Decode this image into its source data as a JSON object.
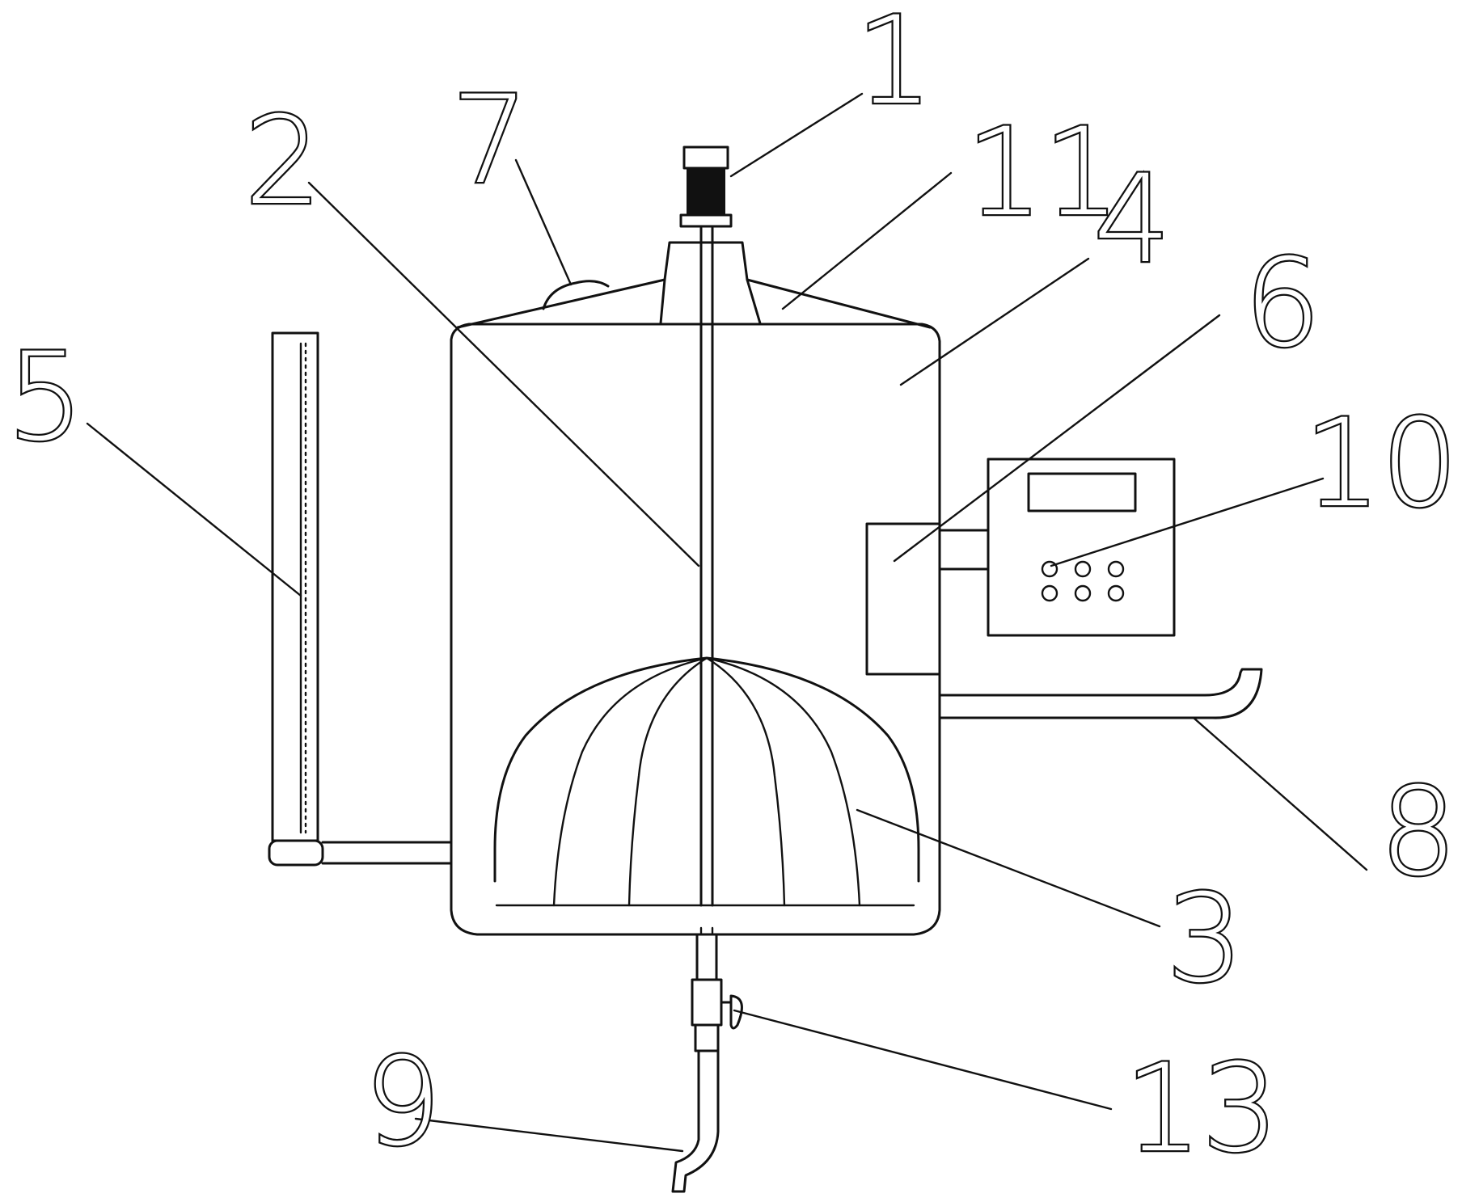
{
  "diagram": {
    "labels": [
      {
        "id": "motor",
        "text": "1"
      },
      {
        "id": "shaft",
        "text": "2"
      },
      {
        "id": "stirring-frame",
        "text": "3"
      },
      {
        "id": "tank-body",
        "text": "4"
      },
      {
        "id": "level-gauge",
        "text": "5"
      },
      {
        "id": "heater-box",
        "text": "6"
      },
      {
        "id": "feed-inlet",
        "text": "7"
      },
      {
        "id": "outlet-pipe-right",
        "text": "8"
      },
      {
        "id": "drain-pipe",
        "text": "9"
      },
      {
        "id": "control-panel",
        "text": "10"
      },
      {
        "id": "motor-mount",
        "text": "11"
      },
      {
        "id": "drain-valve",
        "text": "13"
      }
    ]
  }
}
